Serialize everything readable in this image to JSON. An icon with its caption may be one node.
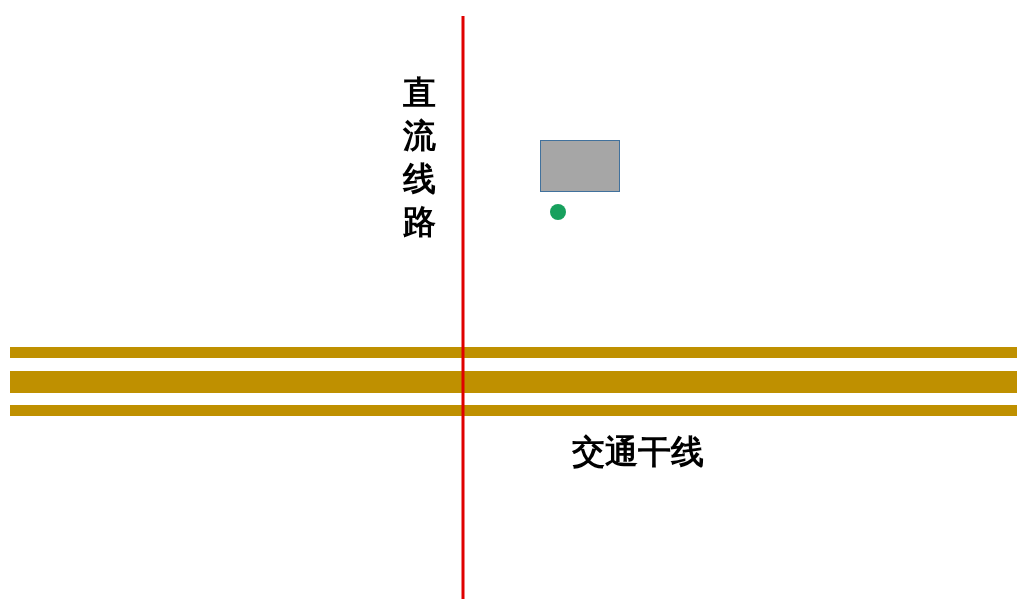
{
  "diagram": {
    "nodes": [
      {
        "text": [],
        "shape": "box"
      }
    ],
    "labels": [
      "直流线路",
      "交通干线"
    ]
  }
}
